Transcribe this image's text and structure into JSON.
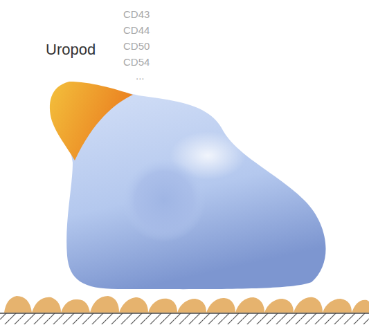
{
  "diagram": {
    "labels": [
      "Uropod",
      "CD43",
      "CD44",
      "CD50",
      "CD54",
      "..."
    ]
  }
}
